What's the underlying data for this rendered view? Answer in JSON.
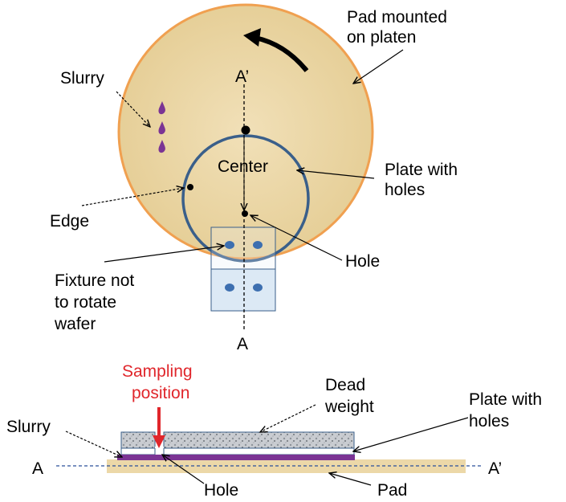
{
  "top_view": {
    "pad_label": [
      "Pad mounted",
      "on platen"
    ],
    "slurry_label": "Slurry",
    "section_top_label": "A’",
    "center_label": "Center",
    "plate_label": [
      "Plate with",
      "holes"
    ],
    "edge_label": "Edge",
    "hole_label": "Hole",
    "fixture_label": [
      "Fixture not",
      "to rotate",
      "wafer"
    ],
    "section_bottom_label": "A"
  },
  "cross_section": {
    "sampling_label": [
      "Sampling",
      "position"
    ],
    "dead_weight_label": [
      "Dead",
      "weight"
    ],
    "plate_label": [
      "Plate with",
      "holes"
    ],
    "slurry_label": "Slurry",
    "left_label": "A",
    "right_label": "A’",
    "hole_label": "Hole",
    "pad_label": "Pad"
  },
  "colors": {
    "pad_fill": "#ecd8a8",
    "pad_border": "#f0a050",
    "plate_border": "#3a5f8a",
    "slurry": "#7b3494",
    "sampling_red": "#e0262b",
    "fixture_fill": "#dce9f5",
    "hole_fill": "#3d6fb0"
  }
}
